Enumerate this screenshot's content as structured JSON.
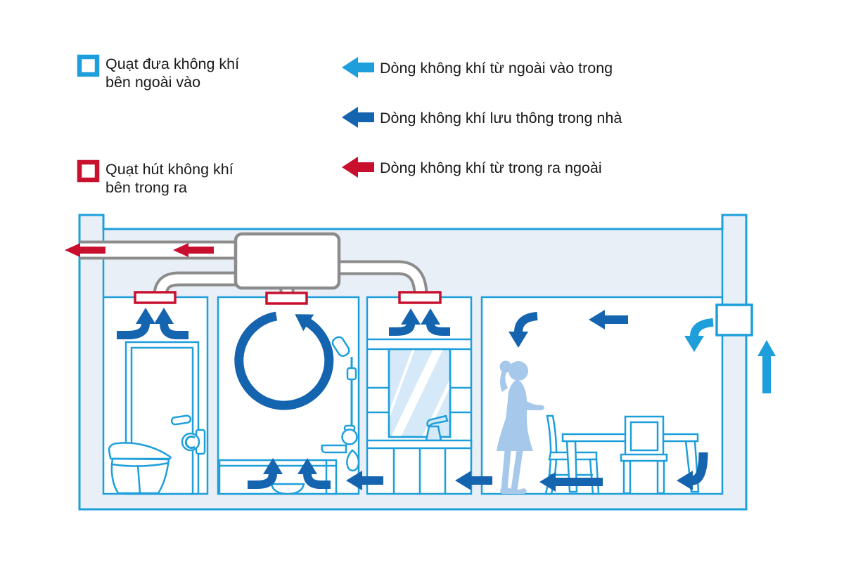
{
  "legend": {
    "fan_in": {
      "label_line1": "Quạt đưa không khí",
      "label_line2": "bên ngoài vào"
    },
    "fan_out": {
      "label_line1": "Quạt hút không khí",
      "label_line2": "bên trong ra"
    },
    "flows": {
      "outside_in": "Dòng không khí từ ngoài vào trong",
      "circulation": "Dòng không khí lưu thông trong nhà",
      "inside_out": "Dòng không khí từ trong ra ngoài"
    }
  },
  "icons": {
    "fan_in_icon": "light-blue-outline-square",
    "fan_out_icon": "red-outline-square",
    "flow_outside_in_icon": "light-blue-left-arrow",
    "flow_circulation_icon": "dark-blue-left-arrow",
    "flow_inside_out_icon": "red-left-arrow"
  },
  "colors": {
    "light_blue": "#1E9FDB",
    "dark_blue": "#1464AF",
    "red": "#C8102E",
    "building_fill": "#E9EFF7",
    "figure_blue": "#A5C8EB",
    "mirror_fill": "#D6E9F8",
    "duct_gray": "#8C8C8C",
    "text": "#1A1A1A"
  }
}
